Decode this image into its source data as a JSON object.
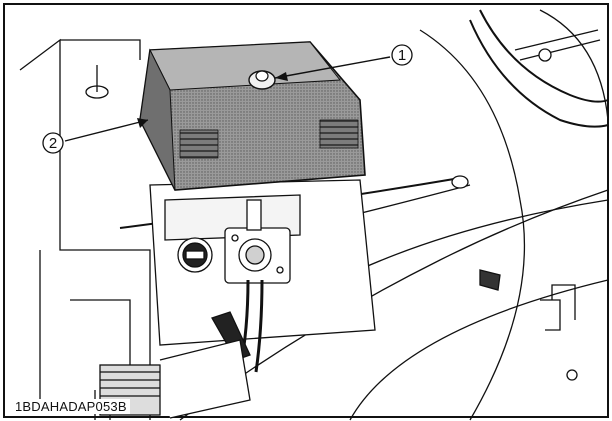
{
  "figure": {
    "code": "1BDAHADAP053B"
  },
  "callouts": [
    {
      "number": "1",
      "part_icon": "cover-knob-icon"
    },
    {
      "number": "2",
      "part_icon": "cover-edge"
    }
  ],
  "colors": {
    "line": "#111111",
    "cover_fill": "#8a8a8a",
    "background": "#ffffff"
  }
}
